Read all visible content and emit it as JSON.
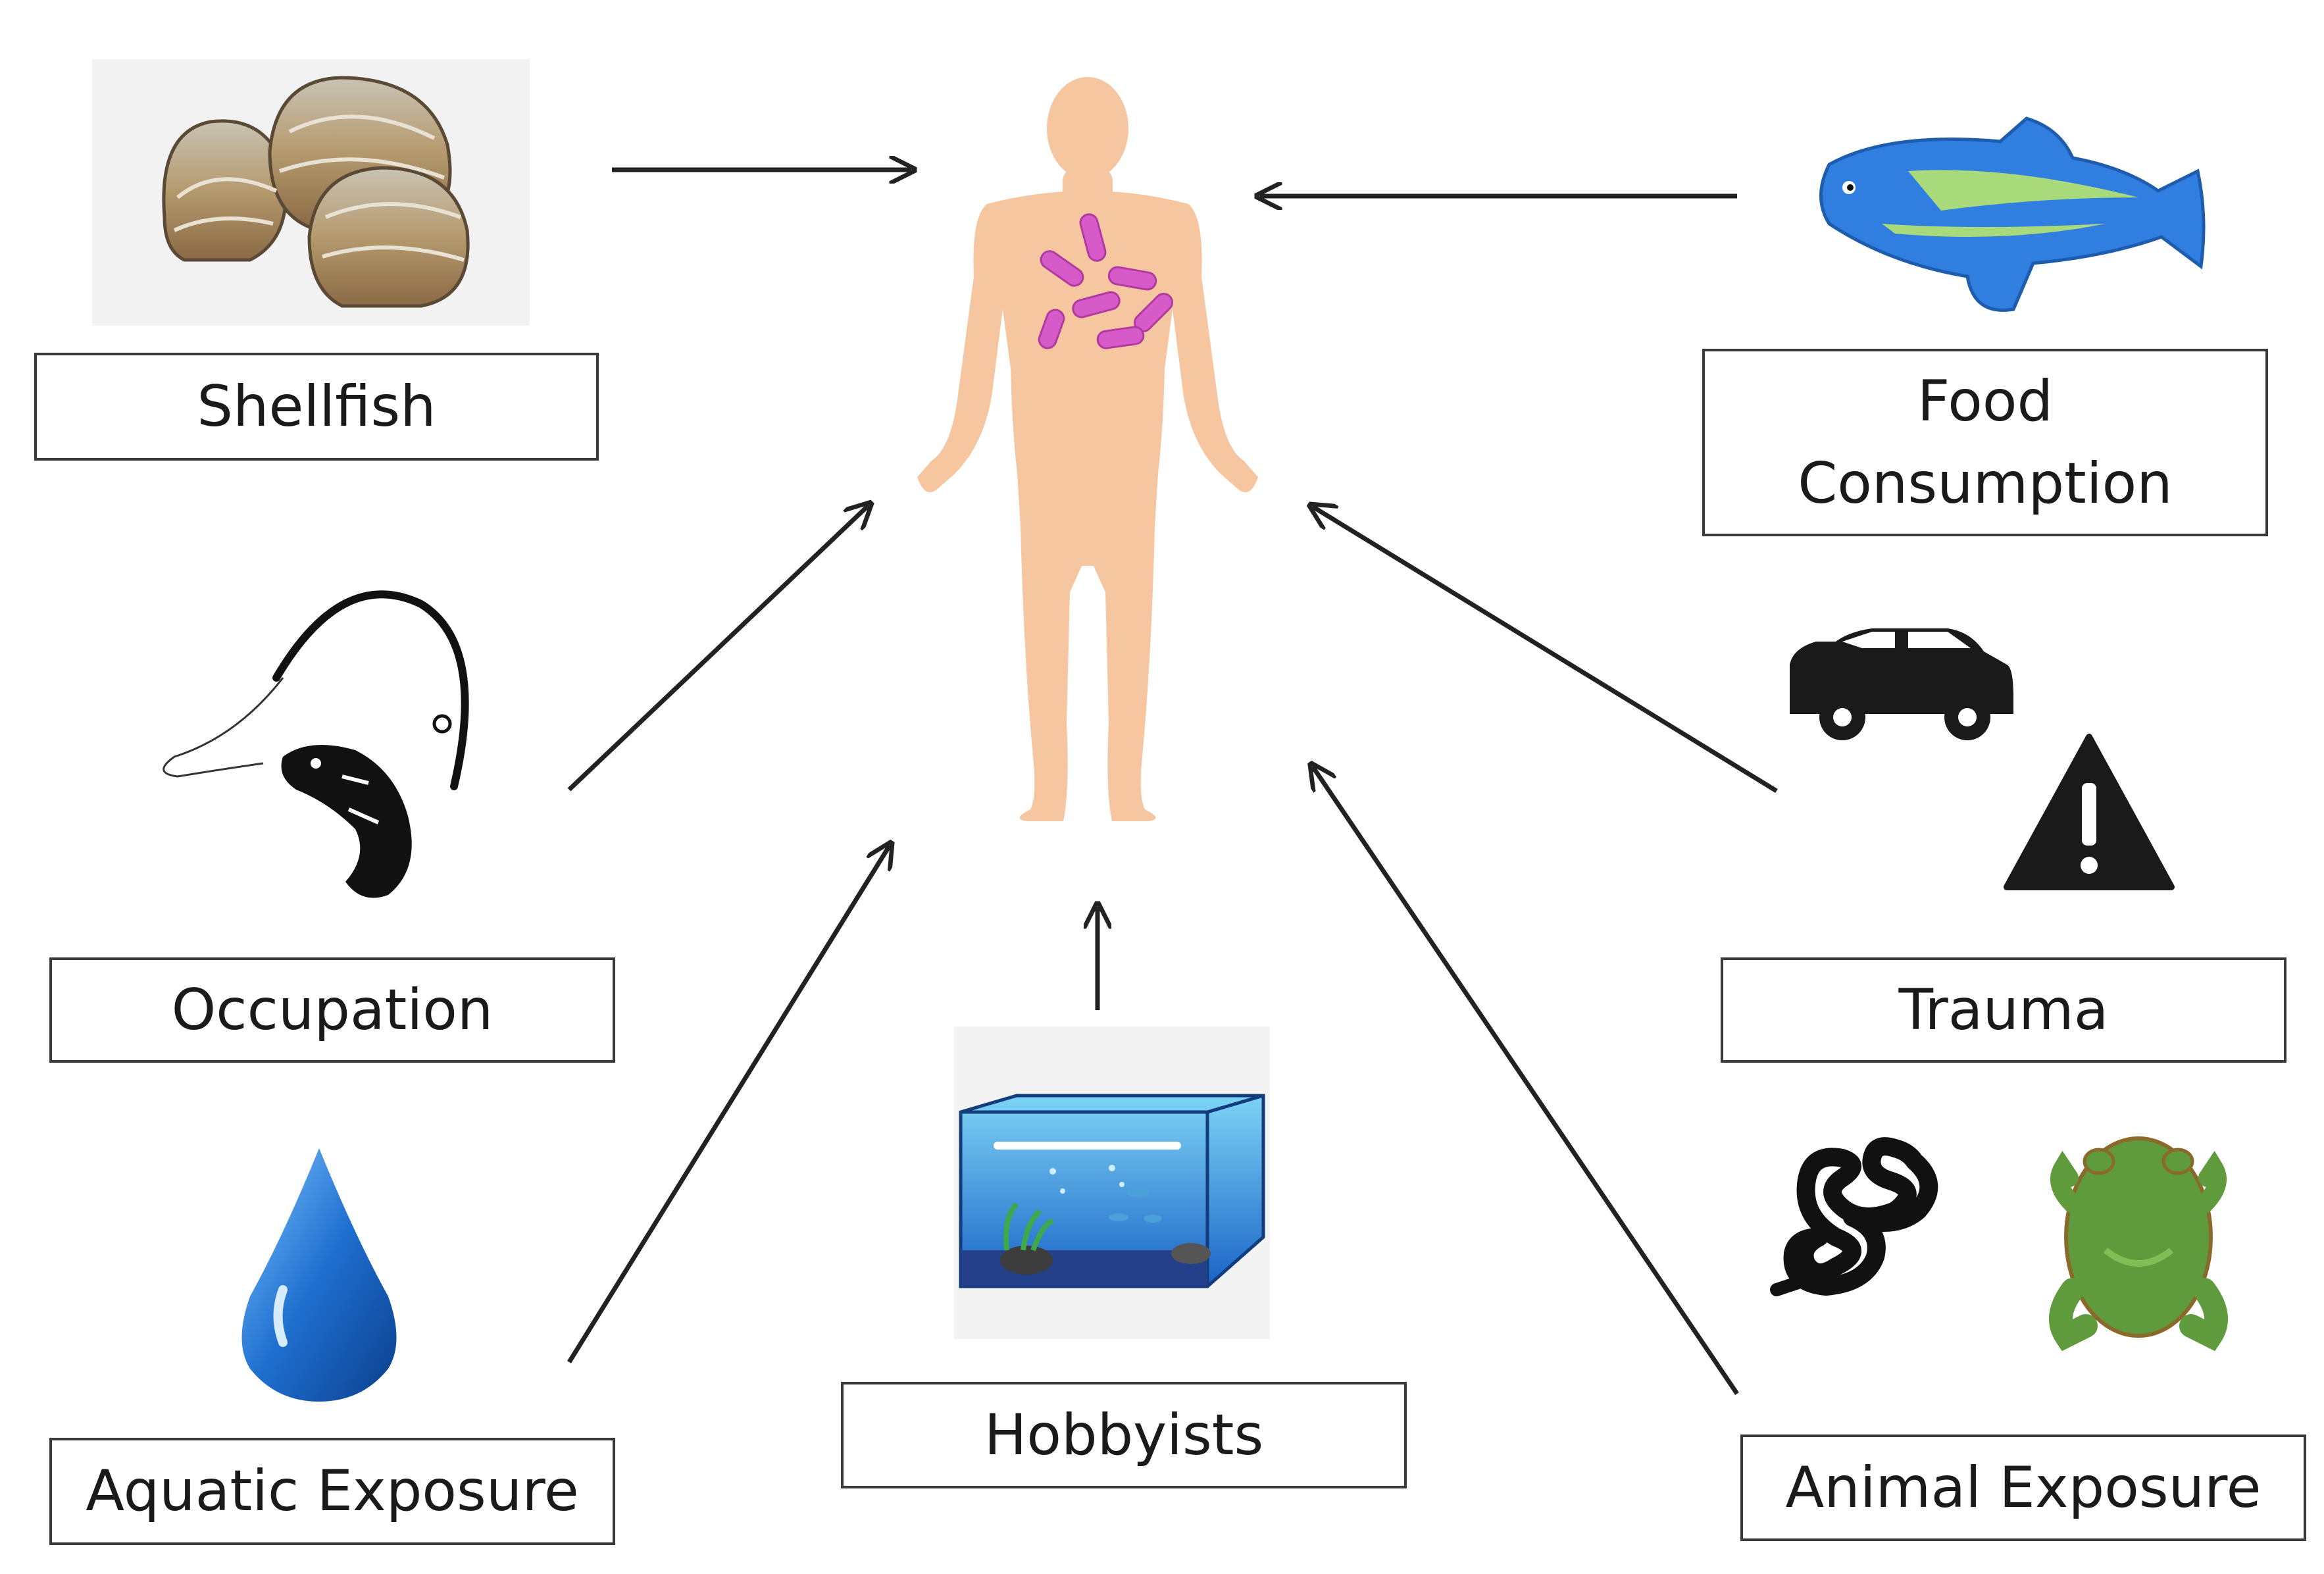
{
  "center": {
    "icon": "human-body-with-bacteria-icon"
  },
  "sources": [
    {
      "id": "shellfish",
      "label": "Shellfish",
      "icon": "clam-shells-icon"
    },
    {
      "id": "food",
      "label_lines": [
        "Food",
        "Consumption"
      ],
      "icon": "blue-fish-icon"
    },
    {
      "id": "occupation",
      "label": "Occupation",
      "icon": "fishing-rod-fish-icon"
    },
    {
      "id": "trauma",
      "label": "Trauma",
      "icons": [
        "car-icon",
        "warning-triangle-icon"
      ]
    },
    {
      "id": "aquatic",
      "label": "Aquatic Exposure",
      "icon": "water-drop-icon"
    },
    {
      "id": "hobbyists",
      "label": "Hobbyists",
      "icon": "aquarium-icon"
    },
    {
      "id": "animal",
      "label": "Animal Exposure",
      "icons": [
        "snake-icon",
        "frog-icon"
      ]
    }
  ],
  "colors": {
    "arrow": "#222222",
    "skin": "#f5c6a0",
    "bacteria": "#d65bc8",
    "fish": "#2f7ee0",
    "water": "#1f6fd0",
    "frog": "#5f9a3c"
  }
}
